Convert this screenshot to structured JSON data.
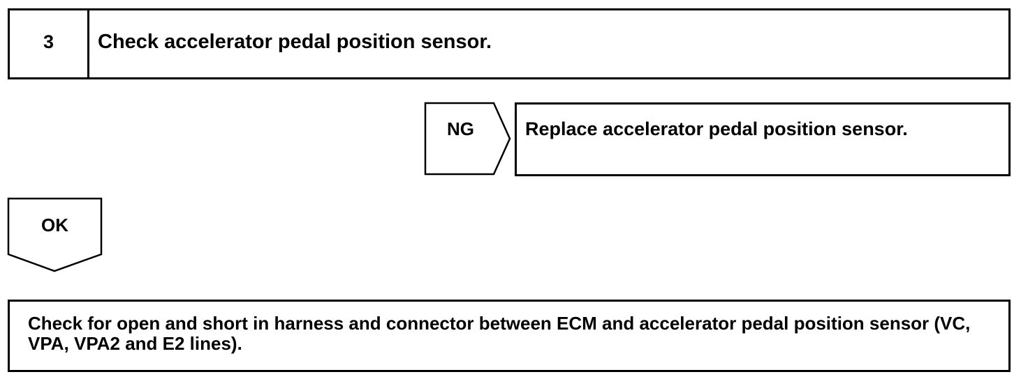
{
  "step": {
    "number": "3",
    "title": "Check accelerator pedal position sensor."
  },
  "ng_branch": {
    "label": "NG",
    "action": "Replace accelerator pedal position sensor."
  },
  "ok_branch": {
    "label": "OK"
  },
  "next_step": {
    "action": "Check for open and short in harness and connector between ECM and accelerator pedal position sensor (VC, VPA, VPA2 and E2 lines)."
  }
}
